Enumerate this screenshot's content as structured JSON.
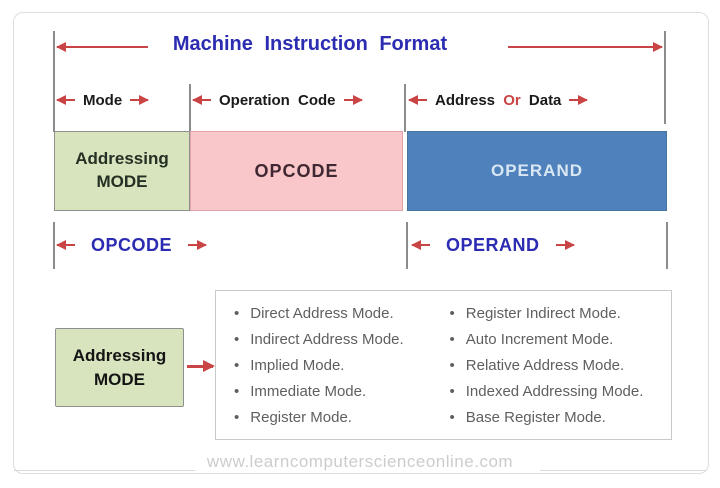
{
  "colors": {
    "title-blue": "#2c2cb2",
    "label-black": "#1a1a1a",
    "red": "#c94444",
    "green-box": "#d8e4bd",
    "green-border": "#8f8f8f",
    "pink-box": "#f9c7ca",
    "pink-border": "#e2a4aa",
    "blue-box": "#4f81bd",
    "blue-box-text": "#d9e7f3",
    "list-text": "#5f5f5f",
    "footer-text": "#cccccc",
    "tick-gray": "#8c8c8c"
  },
  "header": {
    "title": "Machine Instruction Format"
  },
  "field_labels": {
    "mode": "Mode",
    "operation_code": "Operation Code",
    "address_pre": "Address",
    "address_or": "Or",
    "address_post": "Data"
  },
  "instruction_boxes": {
    "addressing_mode_line1": "Addressing",
    "addressing_mode_line2": "MODE",
    "opcode": "OPCODE",
    "operand": "OPERAND"
  },
  "span_labels": {
    "opcode": "OPCODE",
    "operand": "OPERAND"
  },
  "addressing_section": {
    "box_line1": "Addressing",
    "box_line2": "MODE",
    "modes_left": [
      "Direct Address Mode.",
      "Indirect Address Mode.",
      "Implied Mode.",
      "Immediate Mode.",
      "Register Mode."
    ],
    "modes_right": [
      "Register Indirect Mode.",
      "Auto Increment Mode.",
      "Relative Address Mode.",
      "Indexed Addressing Mode.",
      "Base Register Mode."
    ]
  },
  "footer": {
    "website": "www.learncomputerscienceonline.com"
  }
}
